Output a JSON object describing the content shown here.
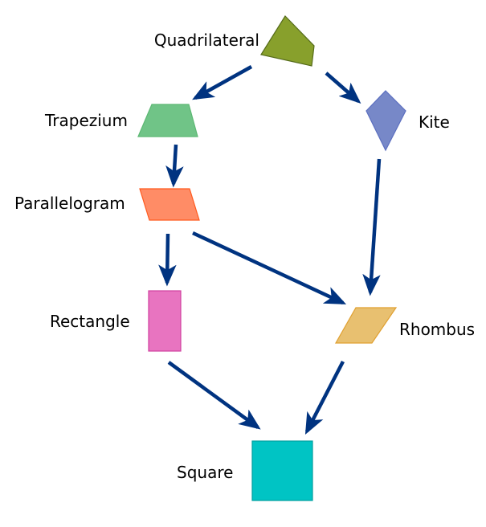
{
  "nodes": {
    "quadrilateral": {
      "label": "Quadrilateral",
      "fill": "#88a02c",
      "stroke": "#556b1a"
    },
    "trapezium": {
      "label": "Trapezium",
      "fill": "#70c487",
      "stroke": "#5cb873"
    },
    "kite": {
      "label": "Kite",
      "fill": "#7788c8",
      "stroke": "#5c6fc0"
    },
    "parallelogram": {
      "label": "Parallelogram",
      "fill": "#ff8c66",
      "stroke": "#ff5a1f"
    },
    "rectangle": {
      "label": "Rectangle",
      "fill": "#e874c0",
      "stroke": "#d040a0"
    },
    "rhombus": {
      "label": "Rhombus",
      "fill": "#e8c070",
      "stroke": "#e0a030"
    },
    "square": {
      "label": "Square",
      "fill": "#00c4c4",
      "stroke": "#00a0a0"
    }
  },
  "edges": [
    {
      "from": "quadrilateral",
      "to": "trapezium"
    },
    {
      "from": "quadrilateral",
      "to": "kite"
    },
    {
      "from": "trapezium",
      "to": "parallelogram"
    },
    {
      "from": "kite",
      "to": "rhombus"
    },
    {
      "from": "parallelogram",
      "to": "rectangle"
    },
    {
      "from": "parallelogram",
      "to": "rhombus"
    },
    {
      "from": "rectangle",
      "to": "square"
    },
    {
      "from": "rhombus",
      "to": "square"
    }
  ],
  "arrow_color": "#003380"
}
